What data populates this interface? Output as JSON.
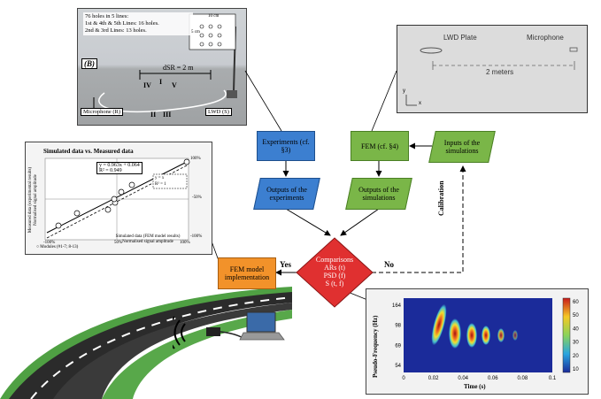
{
  "photo": {
    "note_lines": [
      "76 holes in 5 lines:",
      "1st & 4th & 5th Lines: 16 holes.",
      "2nd & 3rd Lines: 13 holes."
    ],
    "panel_letter": "(B)",
    "distance_label": "dSR = 2 m",
    "roman_upper": [
      "IV",
      "I",
      "V"
    ],
    "roman_lower": [
      "II",
      "III"
    ],
    "microphone_label": "Microphone (R)",
    "lwd_label": "LWD (S)",
    "inset_top": "10 cm",
    "inset_side": "5 cm"
  },
  "simulation": {
    "plate_label": "LWD Plate",
    "mic_label": "Microphone",
    "distance_label": "2 meters",
    "axis_y": "y",
    "axis_x": "x"
  },
  "flow": {
    "experiments": "Experiments (cf. §3)",
    "fem": "FEM (cf. §4)",
    "inputs": "Inputs of the simulations",
    "outputs_exp": "Outputs of the experiments",
    "outputs_sim": "Outputs of the simulations",
    "comparisons": [
      "Comparisons",
      "ARs (t)",
      "PSD (f)",
      "S (t, f)"
    ],
    "fem_impl": "FEM model implementation",
    "yes": "Yes",
    "no": "No",
    "calibration": "Calibration"
  },
  "scatter": {
    "title": "Simulated data vs. Measured data",
    "equation": "y = 0.963x + 0.064",
    "r2": "R² = 0.949",
    "legend_a": "y = x",
    "legend_b": "R² = 1",
    "xlabel1": "Simulated data (FEM model results)",
    "xlabel2": "Normalised signal amplitude",
    "ylabel1": "Measured data (experimental results)",
    "ylabel2": "Normalised signal amplitude",
    "legend_points": "Modules (#1-7; 8-13)",
    "tick_left": "-100%",
    "tick_right": "100%",
    "tick_top": "100%",
    "tick_bottom": "-100%",
    "tick_mid": "50%",
    "tick_neg_mid": "-50%"
  },
  "chart_data": {
    "type": "heatmap",
    "xlabel": "Time (s)",
    "ylabel": "Pseudo-Frequency (Hz)",
    "x_ticks": [
      "0",
      "0.02",
      "0.04",
      "0.06",
      "0.08",
      "0.1"
    ],
    "y_ticks": [
      "164",
      "98",
      "69",
      "54"
    ],
    "colorbar_ticks": [
      "60",
      "50",
      "40",
      "30",
      "20",
      "10"
    ]
  },
  "colors": {
    "blue_box": "#3c7fd0",
    "green_box": "#7ab648",
    "orange_box": "#f2922a",
    "diamond": "#e03030"
  }
}
